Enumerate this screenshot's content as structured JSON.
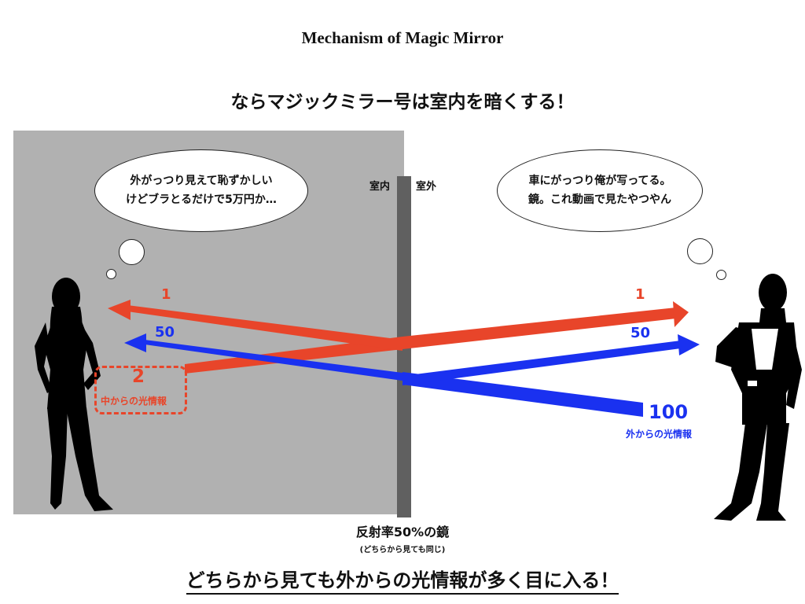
{
  "title": "Mechanism of Magic Mirror",
  "subtitle": "ならマジックミラー号は室内を暗くする！",
  "labels": {
    "inside": "室内",
    "outside": "室外",
    "mirror": "反射率50%の鏡",
    "mirror_note": "(どちらから見ても同じ)"
  },
  "left_thought": {
    "line1": "外がっつり見えて恥ずかしい",
    "line2": "けどブラとるだけで5万円か…"
  },
  "right_thought": {
    "line1": "車にがっつり俺が写ってる。",
    "line2": "鏡。これ動画で見たやつやん"
  },
  "light": {
    "inside_source_value": "2",
    "inside_source_label": "中からの光情報",
    "outside_source_value": "100",
    "outside_source_label": "外からの光情報",
    "inside_reflected": "1",
    "inside_transmitted": "1",
    "outside_transmitted": "50",
    "outside_reflected": "50"
  },
  "colors": {
    "inside_light": "#e8452a",
    "outside_light": "#1a31f0",
    "room": "#b1b1b1",
    "mirror": "#606060"
  },
  "conclusion": "どちらから見ても外からの光情報が多く目に入る！"
}
